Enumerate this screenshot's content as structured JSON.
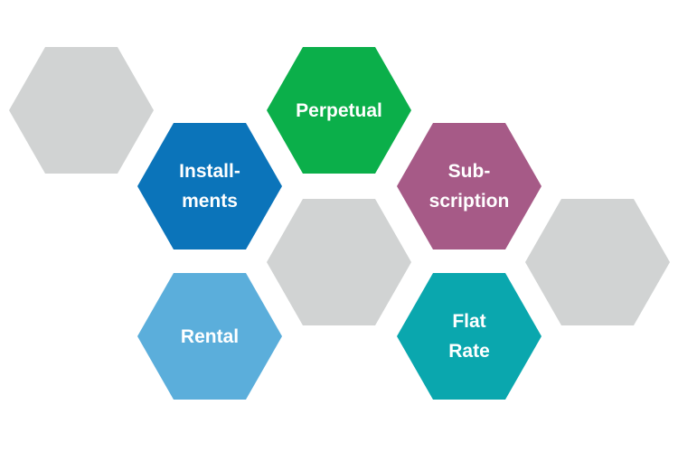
{
  "hexagons": {
    "perpetual": {
      "lines": [
        "Perpetual"
      ],
      "color": "#0BAF4A"
    },
    "installments": {
      "lines": [
        "Install-",
        "ments"
      ],
      "color": "#0B74BA"
    },
    "subscription": {
      "lines": [
        "Sub-",
        "scription"
      ],
      "color": "#A65A87"
    },
    "rental": {
      "lines": [
        "Rental"
      ],
      "color": "#5BAEDB"
    },
    "flat_rate": {
      "lines": [
        "Flat",
        "Rate"
      ],
      "color": "#0AA7AE"
    },
    "placeholder_color": "#D1D3D3"
  }
}
